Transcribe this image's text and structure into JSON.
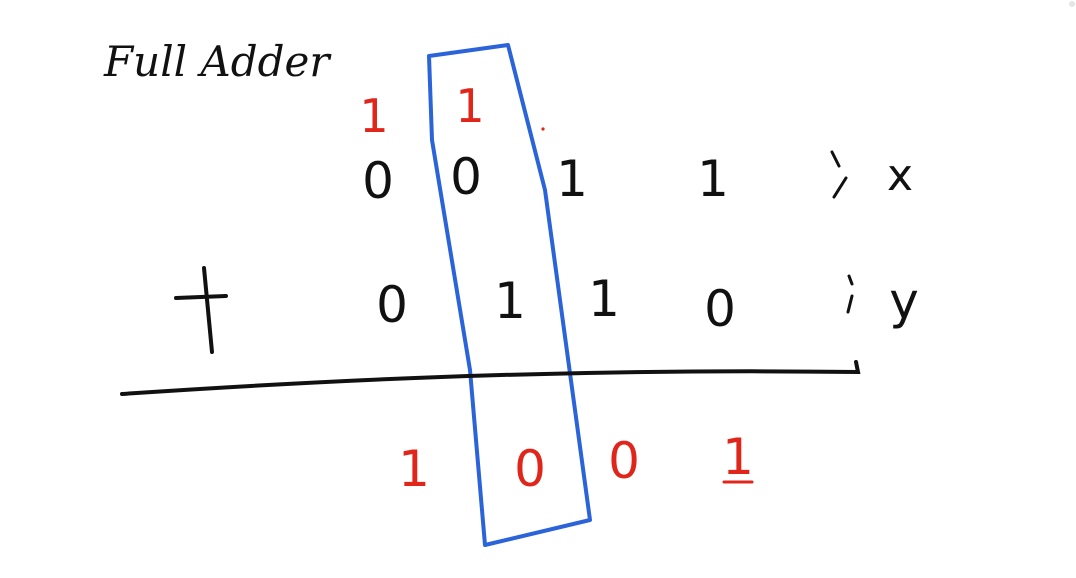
{
  "title": "Full Adder",
  "operator": "+",
  "carries": [
    "1",
    "1"
  ],
  "x_row": {
    "digits": [
      "0",
      "0",
      "1",
      "1"
    ],
    "label": "x"
  },
  "y_row": {
    "digits": [
      "0",
      "1",
      "1",
      "0"
    ],
    "label": "y"
  },
  "sum_row": {
    "digits": [
      "1",
      "0",
      "0",
      "1"
    ]
  },
  "colors": {
    "ink": "#111111",
    "carry_and_sum": "#e0251b",
    "highlight_box": "#2b63d9"
  }
}
